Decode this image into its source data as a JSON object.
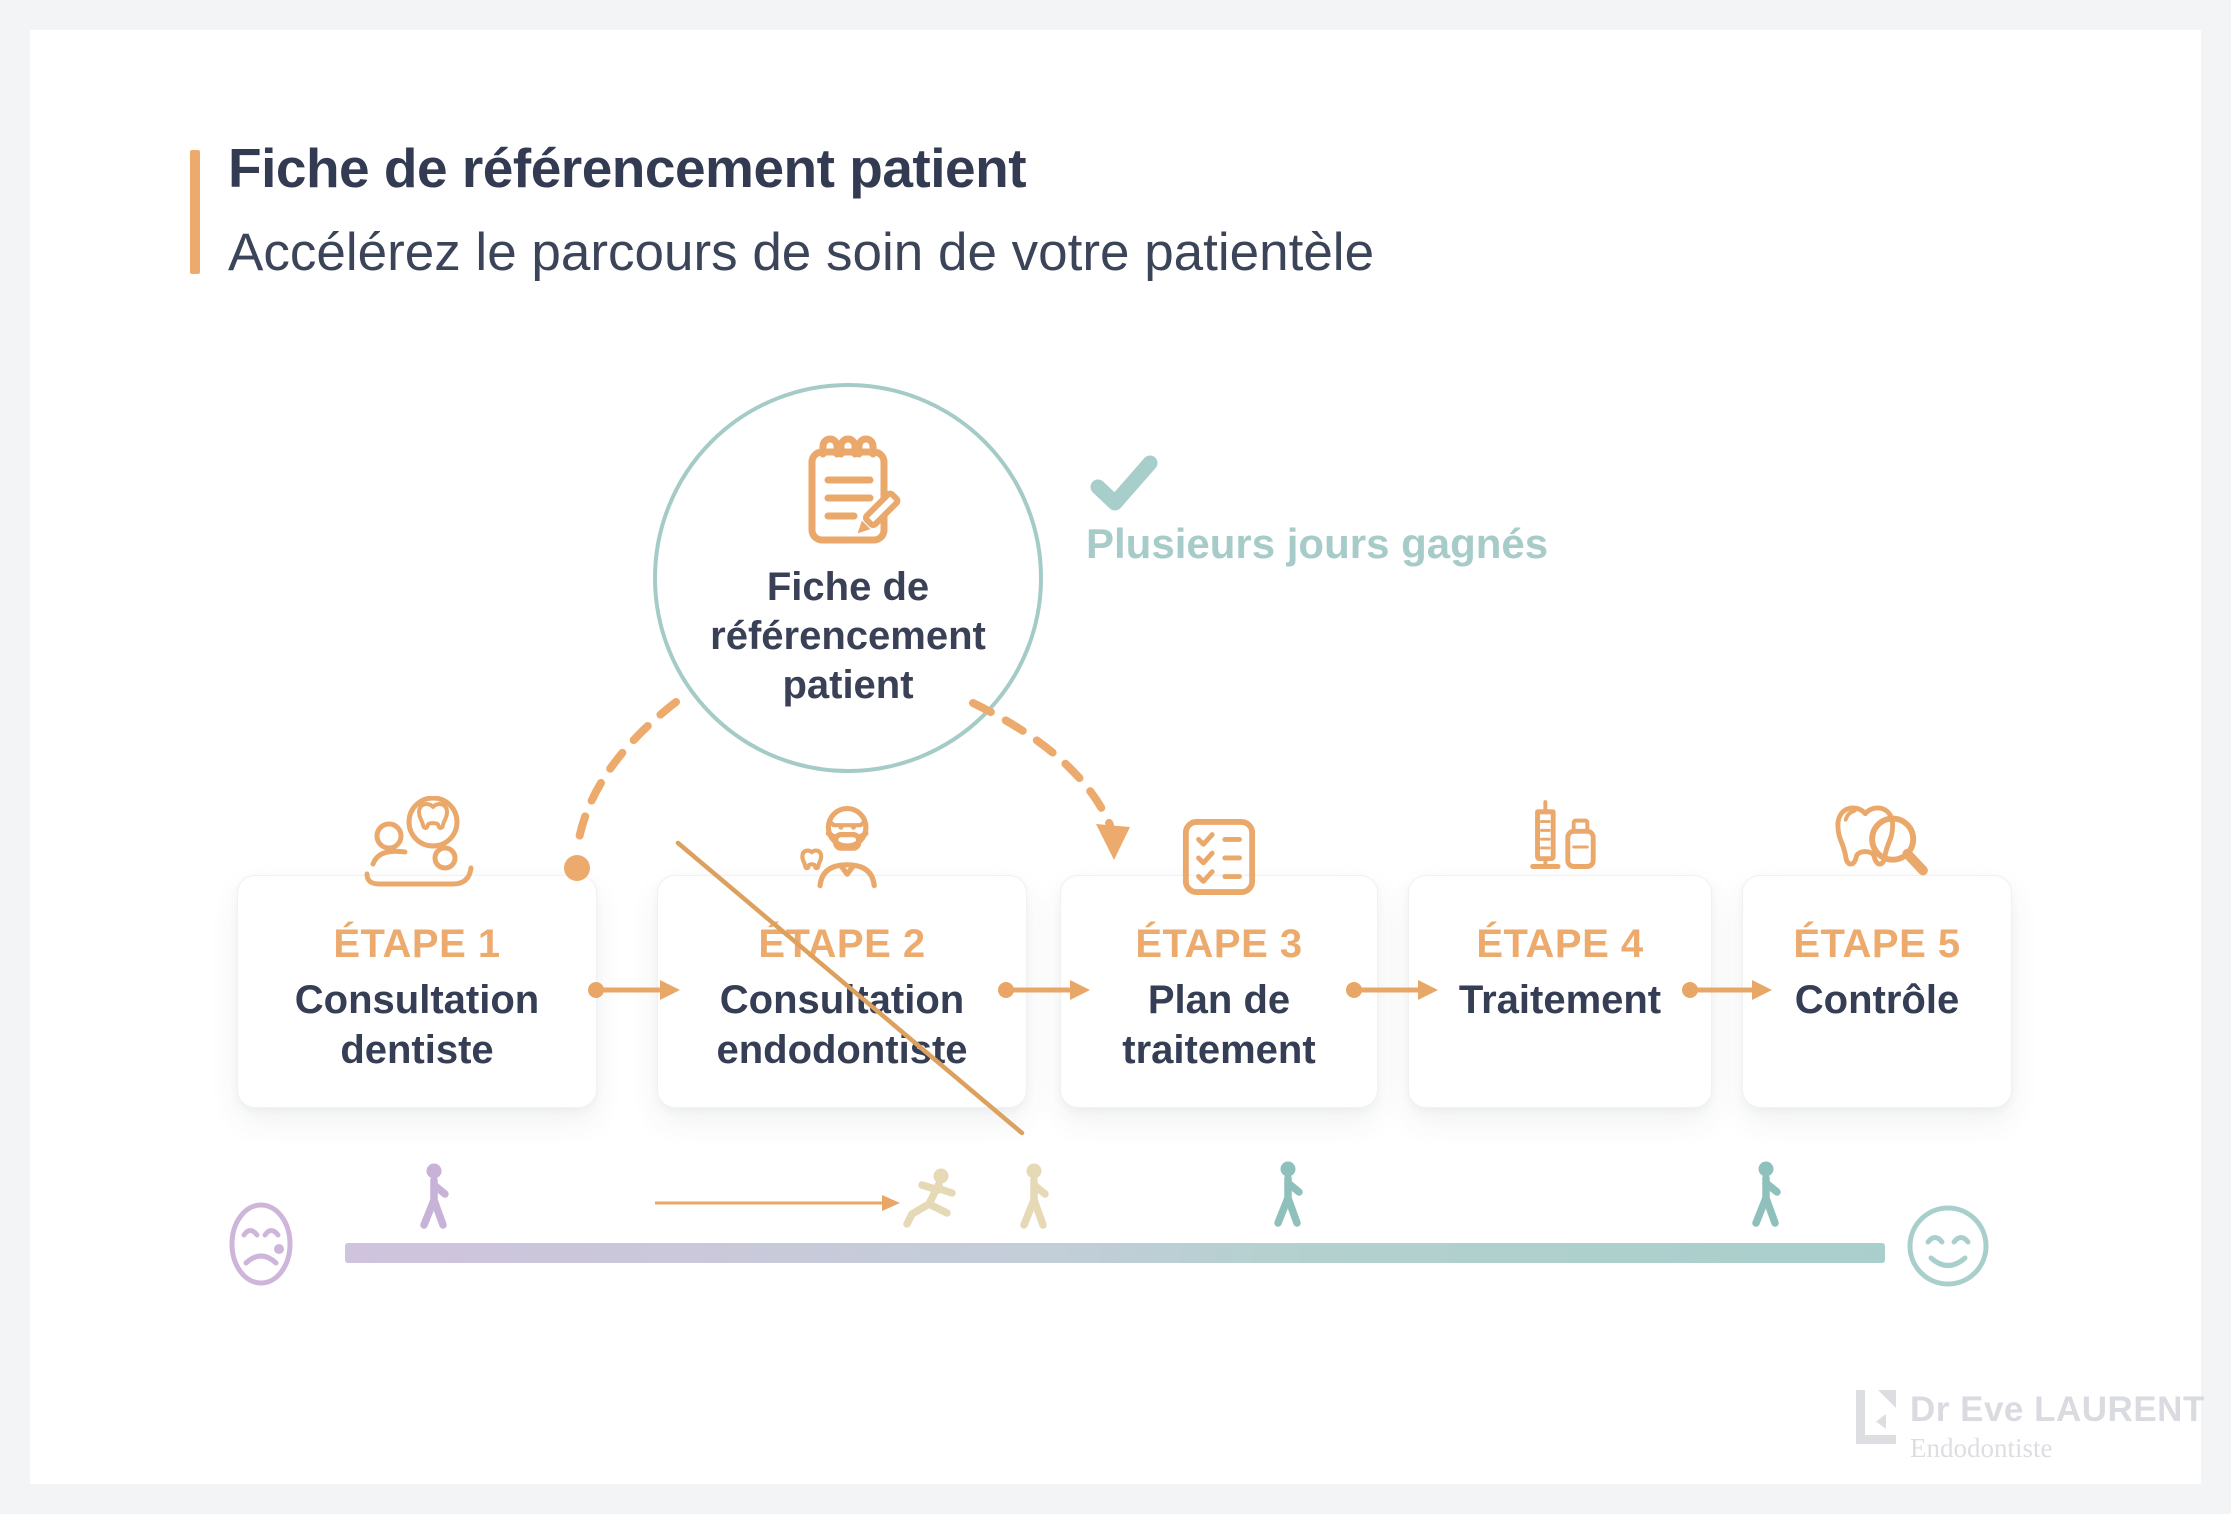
{
  "header": {
    "title": "Fiche de référencement patient",
    "subtitle": "Accélérez le parcours de soin de votre patientèle"
  },
  "hero": {
    "icon": "notepad-pencil-icon",
    "lines": [
      "Fiche de",
      "référencement",
      "patient"
    ]
  },
  "benefit": {
    "icon": "check-icon",
    "label": "Plusieurs jours gagnés"
  },
  "steps": [
    {
      "etape": "ÉTAPE 1",
      "title": "Consultation dentiste",
      "icon": "dental-chair-icon",
      "skipped": false
    },
    {
      "etape": "ÉTAPE 2",
      "title": "Consultation endodontiste",
      "icon": "endodontist-icon",
      "skipped": true
    },
    {
      "etape": "ÉTAPE 3",
      "title": "Plan de traitement",
      "icon": "treatment-plan-checklist-icon",
      "skipped": false
    },
    {
      "etape": "ÉTAPE 4",
      "title": "Traitement",
      "icon": "syringe-medicine-icon",
      "skipped": false
    },
    {
      "etape": "ÉTAPE 5",
      "title": "Contrôle",
      "icon": "tooth-magnifier-icon",
      "skipped": false
    }
  ],
  "timeline": {
    "start_icon": "sad-face-icon",
    "end_icon": "happy-face-icon",
    "figures": [
      "walking-person-purple",
      "running-person-tan",
      "walking-person-tan",
      "walking-person-teal",
      "walking-person-teal"
    ]
  },
  "footer": {
    "name": "Dr Eve LAURENT",
    "specialty": "Endodontiste"
  },
  "colors": {
    "accent_orange": "#e9a767",
    "teal": "#a6cbc8",
    "navy": "#353e55",
    "purple": "#c9b3d9",
    "tan": "#e6d9b6",
    "teal_figure": "#8fc0bc",
    "logo_gray": "#d9dbe0"
  }
}
